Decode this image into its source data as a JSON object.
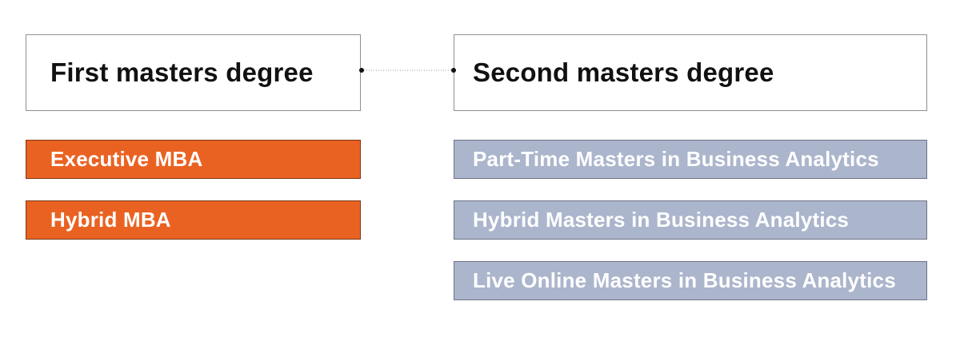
{
  "first": {
    "title": "First masters degree",
    "color": "#EA6222",
    "items": [
      {
        "label": "Executive MBA"
      },
      {
        "label": "Hybrid MBA"
      }
    ]
  },
  "second": {
    "title": "Second masters degree",
    "color": "#ABB5CC",
    "items": [
      {
        "label": "Part-Time Masters in Business Analytics"
      },
      {
        "label": "Hybrid Masters in Business Analytics"
      },
      {
        "label": "Live Online Masters in Business Analytics"
      }
    ]
  },
  "connector": {
    "style": "dotted",
    "color": "#9a9a9a"
  }
}
